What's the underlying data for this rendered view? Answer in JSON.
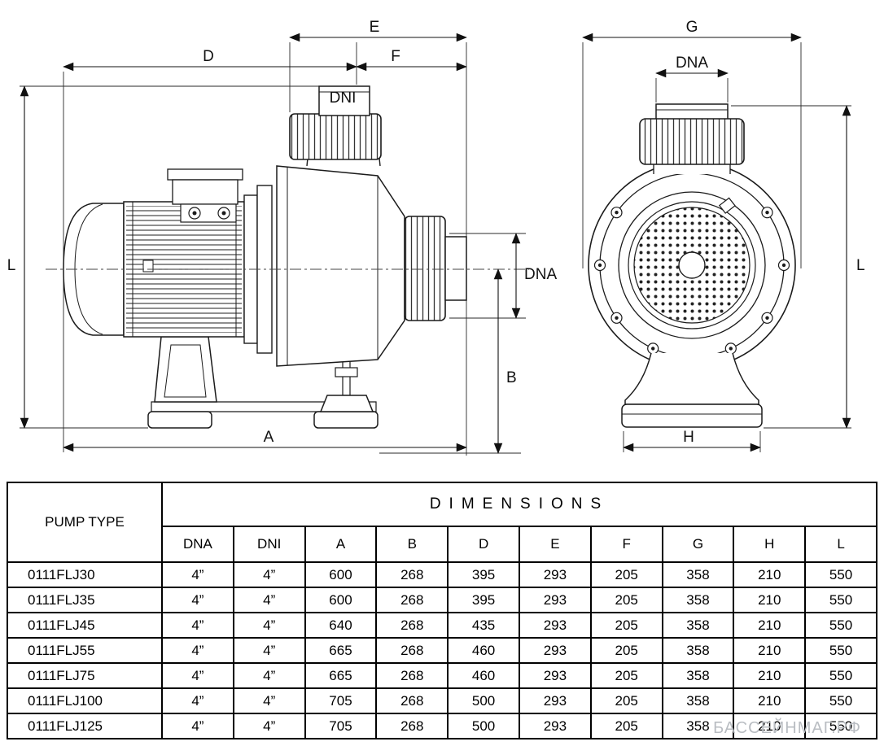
{
  "watermark": "БАССЕЙНМАГ.РФ",
  "diagram": {
    "side_view": {
      "dim_E": "E",
      "dim_D": "D",
      "dim_F": "F",
      "dim_DNI": "DNI",
      "dim_L": "L",
      "dim_DNA": "DNA",
      "dim_B": "B",
      "dim_A": "A"
    },
    "front_view": {
      "dim_G": "G",
      "dim_DNA": "DNA",
      "dim_L": "L",
      "dim_H": "H"
    }
  },
  "table": {
    "pump_type_header": "PUMP TYPE",
    "dimensions_header": "DIMENSIONS",
    "columns": [
      "DNA",
      "DNI",
      "A",
      "B",
      "D",
      "E",
      "F",
      "G",
      "H",
      "L"
    ],
    "rows": [
      {
        "type": "0111FLJ30",
        "values": [
          "4”",
          "4”",
          "600",
          "268",
          "395",
          "293",
          "205",
          "358",
          "210",
          "550"
        ]
      },
      {
        "type": "0111FLJ35",
        "values": [
          "4”",
          "4”",
          "600",
          "268",
          "395",
          "293",
          "205",
          "358",
          "210",
          "550"
        ]
      },
      {
        "type": "0111FLJ45",
        "values": [
          "4”",
          "4”",
          "640",
          "268",
          "435",
          "293",
          "205",
          "358",
          "210",
          "550"
        ]
      },
      {
        "type": "0111FLJ55",
        "values": [
          "4”",
          "4”",
          "665",
          "268",
          "460",
          "293",
          "205",
          "358",
          "210",
          "550"
        ]
      },
      {
        "type": "0111FLJ75",
        "values": [
          "4”",
          "4”",
          "665",
          "268",
          "460",
          "293",
          "205",
          "358",
          "210",
          "550"
        ]
      },
      {
        "type": "0111FLJ100",
        "values": [
          "4”",
          "4”",
          "705",
          "268",
          "500",
          "293",
          "205",
          "358",
          "210",
          "550"
        ]
      },
      {
        "type": "0111FLJ125",
        "values": [
          "4”",
          "4”",
          "705",
          "268",
          "500",
          "293",
          "205",
          "358",
          "210",
          "550"
        ]
      }
    ]
  }
}
